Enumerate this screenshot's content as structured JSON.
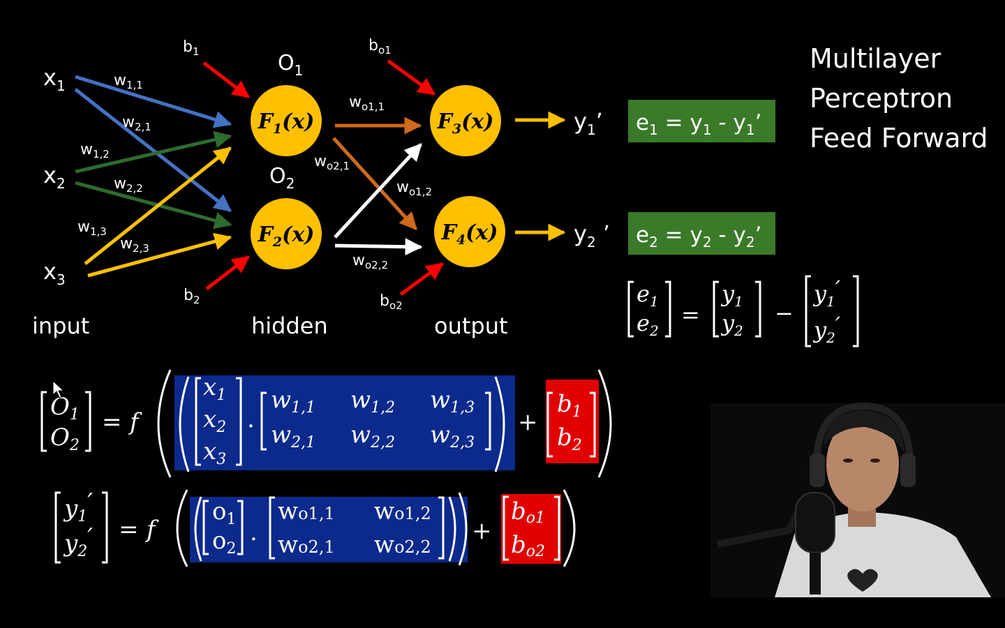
{
  "title": {
    "lines": [
      "Multilayer",
      "Perceptron",
      "Feed Forward"
    ]
  },
  "layers": {
    "input": "input",
    "hidden": "hidden",
    "output": "output"
  },
  "inputs": [
    "x",
    "x",
    "x"
  ],
  "input_subs": [
    "1",
    "2",
    "3"
  ],
  "hidden_outputs": [
    {
      "name": "O",
      "sub": "1"
    },
    {
      "name": "O",
      "sub": "2"
    }
  ],
  "neurons": [
    {
      "name": "F",
      "sub": "1",
      "arg": "(x)"
    },
    {
      "name": "F",
      "sub": "2",
      "arg": "(x)"
    },
    {
      "name": "F",
      "sub": "3",
      "arg": "(x)"
    },
    {
      "name": "F",
      "sub": "4",
      "arg": "(x)"
    }
  ],
  "weights_in": [
    {
      "name": "w",
      "sub": "1,1"
    },
    {
      "name": "w",
      "sub": "2,1"
    },
    {
      "name": "w",
      "sub": "1,2"
    },
    {
      "name": "w",
      "sub": "2,2"
    },
    {
      "name": "w",
      "sub": "1,3"
    },
    {
      "name": "w",
      "sub": "2,3"
    }
  ],
  "weights_out": [
    {
      "name": "w",
      "sub": "o1,1"
    },
    {
      "name": "w",
      "sub": "o2,1"
    },
    {
      "name": "w",
      "sub": "o1,2"
    },
    {
      "name": "w",
      "sub": "o2,2"
    }
  ],
  "biases": [
    {
      "name": "b",
      "sub": "1"
    },
    {
      "name": "b",
      "sub": "2"
    },
    {
      "name": "b",
      "sub": "o1"
    },
    {
      "name": "b",
      "sub": "o2"
    }
  ],
  "outputs": [
    {
      "name": "y",
      "sub": "1",
      "prime": "’"
    },
    {
      "name": "y",
      "sub": "2",
      "prime": " ’"
    }
  ],
  "errors": [
    {
      "lhs": "e",
      "lsub": "1",
      "eq": " = y",
      "rsub": "1",
      "mid": " - y",
      "rsub2": "1",
      "prime": "’"
    },
    {
      "lhs": "e",
      "lsub": "2",
      "eq": " = y",
      "rsub": "2",
      "mid": " - y",
      "rsub2": "2",
      "prime": "’"
    }
  ],
  "error_matrix": {
    "e": [
      "e",
      "e"
    ],
    "e_sub": [
      "1",
      "2"
    ],
    "y": [
      "y",
      "y"
    ],
    "y_sub": [
      "1",
      "2"
    ],
    "yp": [
      "y",
      "y"
    ],
    "yp_sub": [
      "1",
      "2"
    ],
    "prime": "′",
    "eq": "=",
    "minus": "−"
  },
  "eq1": {
    "lhs": [
      "O",
      "O"
    ],
    "lhs_sub": [
      "1",
      "2"
    ],
    "eq": "=",
    "f": "f",
    "x": [
      "x",
      "x",
      "x"
    ],
    "x_sub": [
      "1",
      "2",
      "3"
    ],
    "dot": ".",
    "w": [
      [
        "w",
        "w",
        "w"
      ],
      [
        "w",
        "w",
        "w"
      ]
    ],
    "w_sub": [
      [
        "1,1",
        "1,2",
        "1,3"
      ],
      [
        "2,1",
        "2,2",
        "2,3"
      ]
    ],
    "plus": "+",
    "b": [
      "b",
      "b"
    ],
    "b_sub": [
      "1",
      "2"
    ]
  },
  "eq2": {
    "lhs": [
      "y",
      "y"
    ],
    "lhs_sub": [
      "1",
      "2"
    ],
    "prime": "′",
    "eq": "=",
    "f": "f",
    "o": [
      "o",
      "o"
    ],
    "o_sub": [
      "1",
      "2"
    ],
    "dot": ".",
    "w": [
      [
        "w",
        "w"
      ],
      [
        "w",
        "w"
      ]
    ],
    "w_sub": [
      [
        "o1,1",
        "o1,2"
      ],
      [
        "o2,1",
        "o2,2"
      ]
    ],
    "plus": "+",
    "b": [
      "b",
      "b"
    ],
    "b_sub": [
      "o1",
      "o2"
    ]
  },
  "colors": {
    "neuron": "#FFC000",
    "blue": "#4472C4",
    "green": "#2E6B2E",
    "yellow": "#FFC000",
    "orange": "#D06A1B",
    "red": "#FF0000",
    "white": "#FFFFFF",
    "error_box": "#3A7A28",
    "matrix_box": "#0B2A8C",
    "bias_box": "#E00000"
  }
}
